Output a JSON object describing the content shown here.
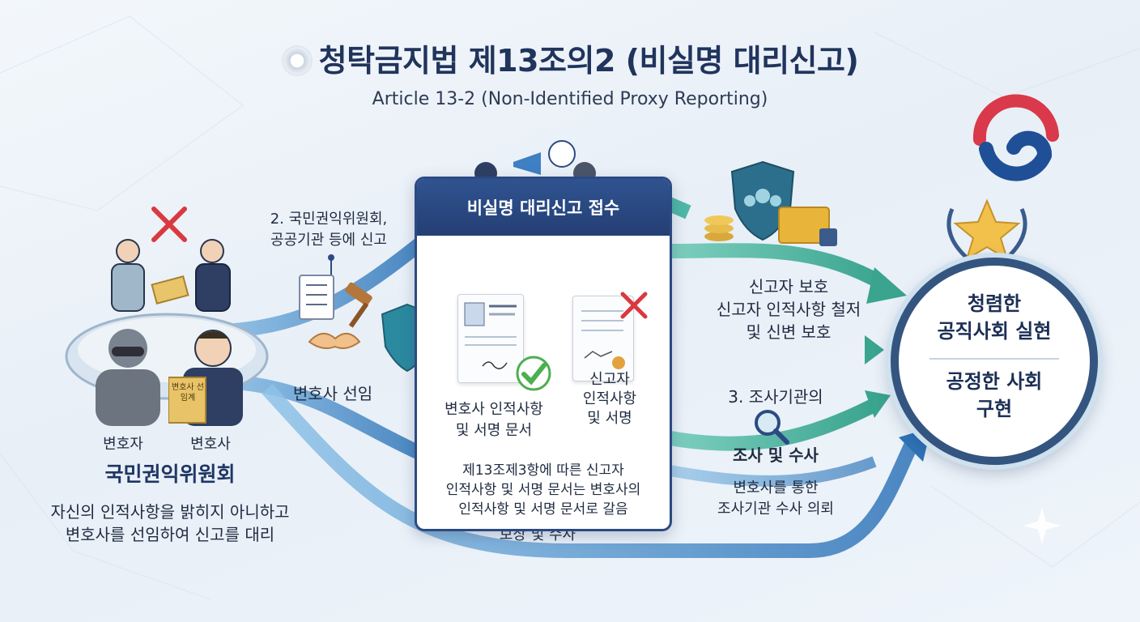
{
  "header": {
    "title": "청탁금지법 제13조의2 (비실명 대리신고)",
    "subtitle": "Article 13-2 (Non-Identified Proxy Reporting)"
  },
  "left": {
    "person_label_1": "변호자",
    "person_label_2": "변호사",
    "folder_text": "변호사 선임계",
    "org_name": "국민권익위원회",
    "description_line1": "자신의 인적사항을 밝히지 아니하고",
    "description_line2": "변호사를 선임하여 신고를 대리"
  },
  "flow": {
    "step2_line1": "2. 국민권익위원회,",
    "step2_line2": "공공기관 등에 신고",
    "lawyer_appoint": "변호사 선임",
    "hidden_text": "보상 및 수사"
  },
  "center_card": {
    "header": "비실명 대리신고 접수",
    "doc1_label_line1": "변호사 인적사항",
    "doc1_label_line2": "및 서명 문서",
    "doc2_label_line1": "신고자",
    "doc2_label_line2": "인적사항",
    "doc2_label_line3": "및 서명",
    "note_line1": "제13조제3항에 따른 신고자",
    "note_line2": "인적사항 및 서명 문서는 변호사의",
    "note_line3": "인적사항 및 서명 문서로 갈음"
  },
  "right": {
    "protect_title": "신고자 보호",
    "protect_line2": "신고자 인적사항 철저",
    "protect_line3": "및 신변 보호",
    "step3_line1": "3. 조사기관의",
    "step3_line2": "조사 및 수사",
    "step3_line3": "변호사를 통한",
    "step3_line4": "조사기관 수사 의뢰"
  },
  "result": {
    "line1a": "청렴한",
    "line1b": "공직사회 실현",
    "line2a": "공정한 사회",
    "line2b": "구현"
  },
  "colors": {
    "navy": "#243f74",
    "teal_arrow": "#4fb8a6",
    "blue_arrow": "#3f7fc4",
    "red_x": "#d9393f",
    "gold": "#e8b53a"
  }
}
